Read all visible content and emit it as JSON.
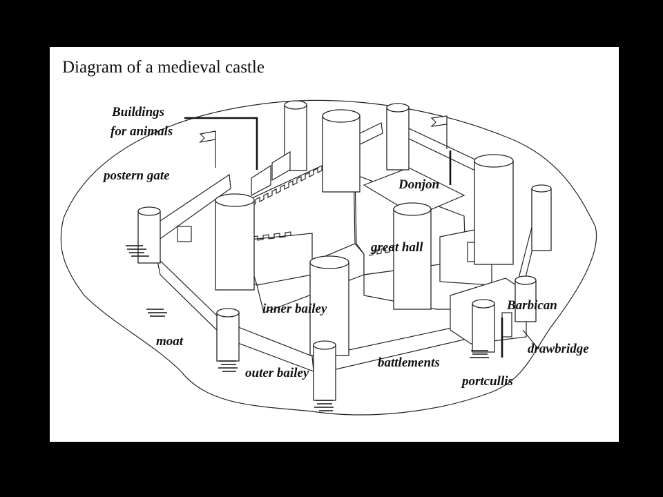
{
  "title": "Diagram of a medieval castle",
  "labels": {
    "buildings_for_animals_line1": "Buildings",
    "buildings_for_animals_line2": "for animals",
    "postern_gate": "postern gate",
    "donjon": "Donjon",
    "great_hall": "great hall",
    "inner_bailey": "inner bailey",
    "barbican": "Barbican",
    "moat": "moat",
    "drawbridge": "drawbridge",
    "battlements": "battlements",
    "outer_bailey": "outer bailey",
    "portcullis": "portcullis"
  }
}
